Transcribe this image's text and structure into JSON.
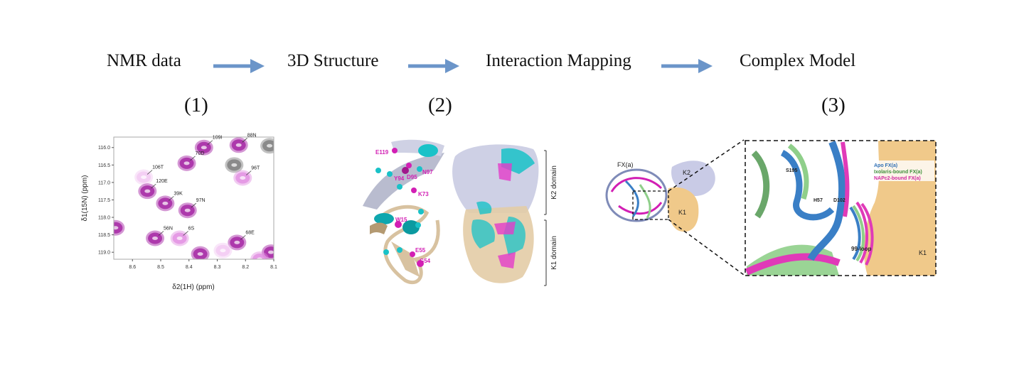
{
  "workflow": {
    "steps": [
      "NMR data",
      "3D Structure",
      "Interaction Mapping",
      "Complex Model"
    ],
    "panel_numbers": [
      "(1)",
      "(2)",
      "(3)"
    ]
  },
  "panel1": {
    "xlabel": "δ2(1H) (ppm)",
    "ylabel": "δ1(15N) (ppm)",
    "x_range": [
      8.666,
      8.1
    ],
    "y_range": [
      115.7,
      119.2
    ],
    "x_ticks": [
      "8.6",
      "8.5",
      "8.4",
      "8.3",
      "8.2",
      "8.1"
    ],
    "y_ticks": [
      "116.0",
      "116.5",
      "117.0",
      "117.5",
      "118.0",
      "118.5",
      "119.0"
    ],
    "peaks": [
      {
        "label": "109I",
        "h": 8.347,
        "n": 116.0,
        "tone": "dark"
      },
      {
        "label": "88N",
        "h": 8.224,
        "n": 115.93,
        "tone": "dark"
      },
      {
        "label": "",
        "h": 8.115,
        "n": 115.95,
        "tone": "gray"
      },
      {
        "label": "70D",
        "h": 8.408,
        "n": 116.45,
        "tone": "dark"
      },
      {
        "label": "",
        "h": 8.24,
        "n": 116.5,
        "tone": "gray"
      },
      {
        "label": "96T",
        "h": 8.21,
        "n": 116.87,
        "tone": "light"
      },
      {
        "label": "106T",
        "h": 8.56,
        "n": 116.85,
        "tone": "faint"
      },
      {
        "label": "120E",
        "h": 8.547,
        "n": 117.25,
        "tone": "dark"
      },
      {
        "label": "39K",
        "h": 8.484,
        "n": 117.6,
        "tone": "dark"
      },
      {
        "label": "97N",
        "h": 8.405,
        "n": 117.8,
        "tone": "dark"
      },
      {
        "label": "",
        "h": 8.66,
        "n": 118.3,
        "tone": "dark"
      },
      {
        "label": "56N",
        "h": 8.52,
        "n": 118.6,
        "tone": "dark"
      },
      {
        "label": "6S",
        "h": 8.433,
        "n": 118.6,
        "tone": "light"
      },
      {
        "label": "68E",
        "h": 8.23,
        "n": 118.72,
        "tone": "dark"
      },
      {
        "label": "",
        "h": 8.36,
        "n": 119.05,
        "tone": "dark"
      },
      {
        "label": "",
        "h": 8.28,
        "n": 118.95,
        "tone": "faint"
      },
      {
        "label": "",
        "h": 8.11,
        "n": 119.0,
        "tone": "dark"
      },
      {
        "label": "",
        "h": 8.15,
        "n": 119.2,
        "tone": "light"
      }
    ],
    "colors": {
      "dark": "#a0199f",
      "light": "#e08be0",
      "faint": "#f1c7f1",
      "gray": "#777777"
    }
  },
  "panel2": {
    "residues": [
      "E119",
      "Y94",
      "D95",
      "N97",
      "K73",
      "W15",
      "E55",
      "G54"
    ],
    "domains": [
      "K2 domain",
      "K1 domain"
    ],
    "colors": {
      "cyan": "#19c2c8",
      "magenta": "#d21fb4",
      "k2": "#c9cbe2",
      "k1": "#e3cca6"
    }
  },
  "panel3": {
    "overview_labels": {
      "protease": "FX(a)",
      "k2": "K2",
      "k1": "K1"
    },
    "detail_labels": {
      "s195": "S195",
      "h57": "H57",
      "d102": "D102",
      "loop": "99-loop",
      "k1": "K1"
    },
    "legend": [
      {
        "label": "Apo FX(a)",
        "color": "#3a7fc6"
      },
      {
        "label": "Ixolaris-bound FX(a)",
        "color": "#8fcf8a"
      },
      {
        "label": "NAPc2-bound FX(a)",
        "color": "#e03ab8"
      }
    ],
    "colors": {
      "k1_surface": "#f0c98a",
      "k2_surface": "#c9cbe6"
    }
  },
  "arrow_color": "#6b95c9"
}
